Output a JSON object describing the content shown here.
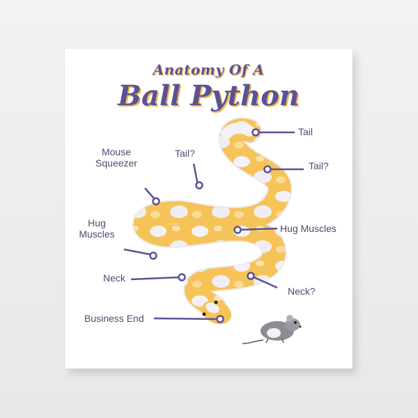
{
  "title": {
    "line1": "Anatomy Of A",
    "line2": "Ball Python"
  },
  "labels": {
    "tail": "Tail",
    "tail_q_top": "Tail?",
    "tail_q_right": "Tail?",
    "mouse_squeezer_1": "Mouse",
    "mouse_squeezer_2": "Squeezer",
    "hug_muscles_left_1": "Hug",
    "hug_muscles_left_2": "Muscles",
    "hug_muscles_right": "Hug Muscles",
    "neck": "Neck",
    "neck_q": "Neck?",
    "business_end": "Business End"
  },
  "colors": {
    "purple": "#5a5294",
    "label_text": "#4d4a73",
    "snake_orange": "#f5b843",
    "snake_white": "#f1f0f5",
    "title_shadow": "#f2b94d"
  },
  "icons": [
    "ball-python-illustration",
    "mouse-illustration"
  ]
}
